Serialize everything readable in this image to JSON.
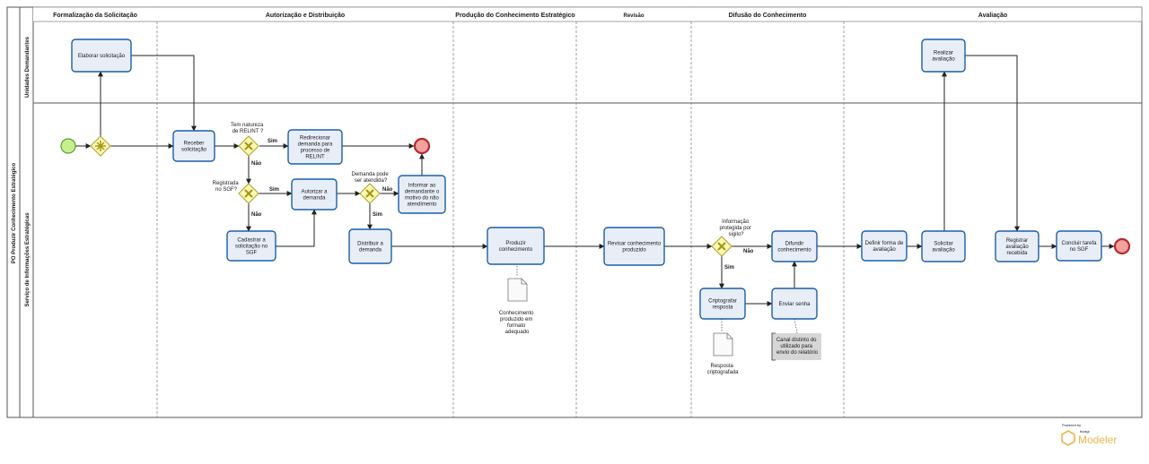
{
  "pool": {
    "title": "PO Produzir Conhecimento Estratégico",
    "lanes": [
      "Unidades Demandantes",
      "Serviço de Informações Estratégicas"
    ]
  },
  "phases": [
    "Formalização da Solicitação",
    "Autorização e Distribuição",
    "Produção do Conhecimento Estratégico",
    "Revisão",
    "Difusão do Conhecimento",
    "Avaliação"
  ],
  "tasks": {
    "elaborar": [
      "Elaborar solicitação"
    ],
    "receber": [
      "Receber",
      "solicitação"
    ],
    "redirecionar": [
      "Redirecionar",
      "demanda para",
      "processo de",
      "RELINT"
    ],
    "autorizar": [
      "Autorizar a",
      "demanda"
    ],
    "informar": [
      "Informar ao",
      "demandante o",
      "motivo do não",
      "atendimento"
    ],
    "cadastrar": [
      "Cadastrar a",
      "solicitação no",
      "SGF"
    ],
    "distribuir": [
      "Distribuir a",
      "demanda"
    ],
    "produzir": [
      "Produzir",
      "conhecimento"
    ],
    "revisar": [
      "Revisar conhecimento",
      "produzido"
    ],
    "difundir": [
      "Difundir",
      "conhecimento"
    ],
    "criptografar": [
      "Criptografar",
      "resposta"
    ],
    "enviar": [
      "Enviar senha"
    ],
    "definir": [
      "Definir forma de",
      "avaliação"
    ],
    "solicitar": [
      "Solicitar",
      "avaliação"
    ],
    "realizar": [
      "Realizar",
      "avaliação"
    ],
    "registrar": [
      "Registrar",
      "avaliação",
      "recebida"
    ],
    "concluir": [
      "Concluir tarefa",
      "no SGF"
    ]
  },
  "gateways": {
    "relint": [
      "Tem natureza",
      "de RELINT ?"
    ],
    "sgf": [
      "Registrada",
      "no SGF?"
    ],
    "atendida": [
      "Demanda pode",
      "ser atendida?"
    ],
    "sigilo": [
      "Informação",
      "protegida por",
      "sigilo?"
    ]
  },
  "flow_labels": {
    "yes": "Sim",
    "no": "Não"
  },
  "artifacts": {
    "doc_conhecimento": [
      "Conhecimento",
      "produzido em",
      "formato",
      "adequado"
    ],
    "doc_resposta": [
      "Resposta",
      "criptografada"
    ],
    "annotation": [
      "Canal distinto do",
      "utilizado para",
      "envio do relatório"
    ]
  },
  "branding": {
    "powered_by": "Powered by",
    "maker": "bizagi",
    "product": "Modeler"
  },
  "colors": {
    "task_fill": "#e8eef8",
    "task_stroke": "#1b5ea8",
    "gateway_fill": "#fff8b3",
    "gateway_stroke": "#a8a02c",
    "gateway_mark": "#a39a16",
    "start_fill": "#c6f08e",
    "start_stroke": "#5aa02c",
    "end_fill": "#f2a0a0",
    "end_stroke": "#b52a2a",
    "brand": "#f0b44c"
  }
}
